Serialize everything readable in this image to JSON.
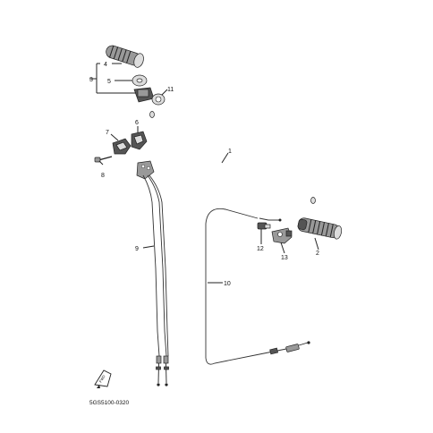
{
  "callouts": {
    "c1": "1",
    "c2": "2",
    "c3": "3",
    "c4": "4",
    "c5": "5",
    "c6": "6",
    "c7": "7",
    "c8": "8",
    "c9": "9",
    "c10": "10",
    "c11": "11",
    "c12": "12",
    "c13": "13"
  },
  "fwd_label": "FWD",
  "diagram_code": "5GS5100-0320"
}
